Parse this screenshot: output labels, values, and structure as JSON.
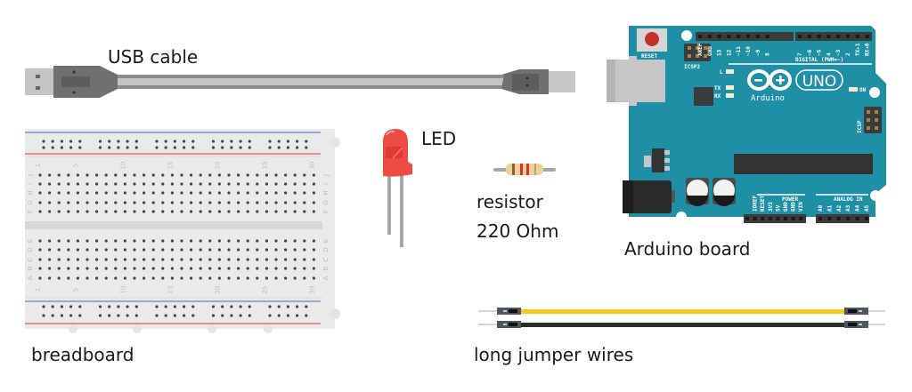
{
  "labels": {
    "usb_cable": "USB cable",
    "led": "LED",
    "resistor_line1": "resistor",
    "resistor_line2": "220 Ohm",
    "arduino": "Arduino board",
    "breadboard": "breadboard",
    "jumper_wires": "long jumper wires"
  },
  "arduino": {
    "reset": "RESET",
    "icsp2": "ICSP2",
    "icsp": "ICSP",
    "digital": "DIGITAL (PWM=~)",
    "power": "POWER",
    "analog": "ANALOG IN",
    "logo_text": "Arduino",
    "uno": "UNO",
    "on": "ON",
    "led_l": "L",
    "led_tx": "TX",
    "led_rx": "RX",
    "top_pins_left": [
      "AREF",
      "GND",
      "13",
      "12",
      "~11",
      "~10",
      "~9",
      "8"
    ],
    "top_pins_right": [
      "7",
      "~6",
      "~5",
      "4",
      "~3",
      "2",
      "TX▸1",
      "RX◂0"
    ],
    "power_pins": [
      "IOREF",
      "RESET",
      "3V3",
      "5V",
      "GND",
      "GND",
      "VIN"
    ],
    "analog_pins": [
      "A0",
      "A1",
      "A2",
      "A3",
      "A4",
      "A5"
    ]
  },
  "breadboard": {
    "column_numbers": [
      "1",
      "5",
      "10",
      "15",
      "20",
      "25",
      "30"
    ],
    "rows_top": [
      "J",
      "I",
      "H",
      "G",
      "F"
    ],
    "rows_bottom": [
      "E",
      "D",
      "C",
      "B",
      "A"
    ],
    "columns": 30
  },
  "colors": {
    "arduino_teal": "#1f8fa6",
    "wire_yellow": "#f2cc1c",
    "wire_black": "#2b2b2b",
    "led_red": "#ef4b45",
    "rail_red": "#e8564f",
    "rail_blue": "#6b7fc4"
  }
}
